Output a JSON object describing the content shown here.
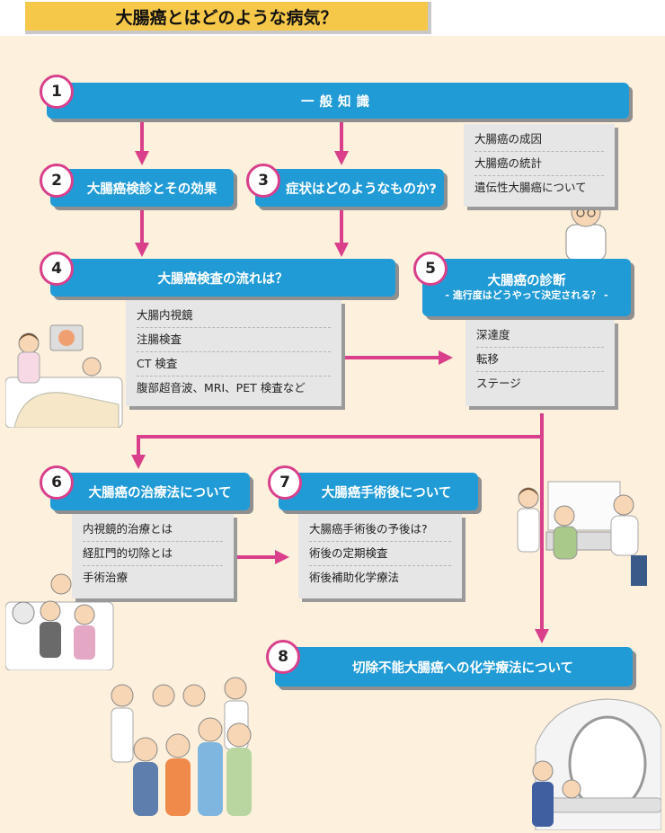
{
  "title": "大腸癌とはどのような病気？",
  "nodes": [
    {
      "num": "1",
      "label": "一般知識",
      "items": [
        "大腸癌の成因",
        "大腸癌の統計",
        "遺伝性大腸癌について"
      ]
    },
    {
      "num": "2",
      "label": "大腸癌検診とその効果"
    },
    {
      "num": "3",
      "label": "症状はどのようなものか?"
    },
    {
      "num": "4",
      "label": "大腸癌検査の流れは？",
      "items": [
        "大腸内視鏡",
        "注腸検査",
        "CT 検査",
        "腹部超音波、MRI、PET 検査など"
      ]
    },
    {
      "num": "5",
      "label": "大腸癌の診断",
      "sublabel": "- 進行度はどうやって決定される？ -",
      "items": [
        "深達度",
        "転移",
        "ステージ"
      ]
    },
    {
      "num": "6",
      "label": "大腸癌の治療法について",
      "items": [
        "内視鏡的治療とは",
        "経肛門的切除とは",
        "手術治療"
      ]
    },
    {
      "num": "7",
      "label": "大腸癌手術後について",
      "items": [
        "大腸癌手術後の予後は?",
        "術後の定期検査",
        "術後補助化学療法"
      ]
    },
    {
      "num": "8",
      "label": "切除不能大腸癌への化学療法について"
    }
  ],
  "colors": {
    "accent_blue": "#219bd6",
    "arrow_pink": "#d93f8b",
    "title_yellow": "#f6c84a",
    "background": "#fdf0dc"
  }
}
